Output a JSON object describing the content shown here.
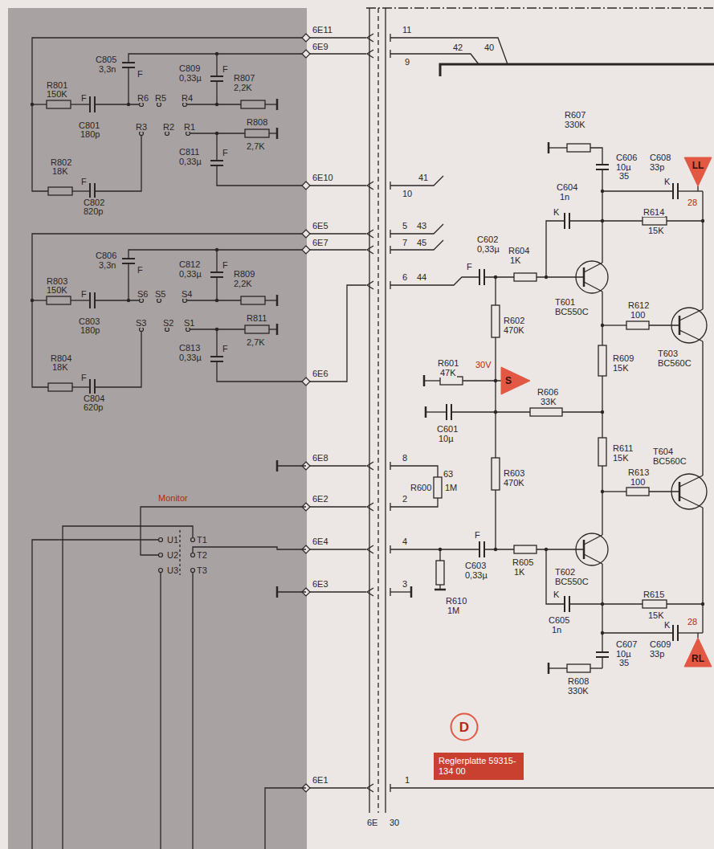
{
  "diagram": {
    "nodes": [
      {
        "text": [
          "LL"
        ]
      },
      {
        "text": [
          "S"
        ]
      },
      {
        "text": [
          "RL"
        ]
      },
      {
        "text": [
          "D"
        ]
      },
      {
        "text": [
          "Reglerplatte 59315-134 00"
        ]
      }
    ],
    "labels": [
      "6E11",
      "6E9",
      "C805",
      "3,3n",
      "F",
      "C809",
      "0,33µ",
      "F",
      "R807",
      "2,2K",
      "R801",
      "150K",
      "R6",
      "R5",
      "R4",
      "F",
      "C801",
      "180p",
      "R3",
      "R2",
      "R1",
      "R808",
      "2,7K",
      "C811",
      "0,33µ",
      "F",
      "R802",
      "18K",
      "F",
      "6E10",
      "C802",
      "820p",
      "6E5",
      "6E7",
      "C806",
      "3,3n",
      "F",
      "C812",
      "0,33µ",
      "F",
      "R809",
      "2,2K",
      "R803",
      "150K",
      "S6",
      "S5",
      "S4",
      "F",
      "C803",
      "180p",
      "S3",
      "S2",
      "S1",
      "R811",
      "2,7K",
      "C813",
      "0,33µ",
      "F",
      "R804",
      "18K",
      "F",
      "6E6",
      "C804",
      "620p",
      "6E8",
      "Monitor",
      "6E2",
      "U1",
      "T1",
      "U2",
      "T2",
      "U3",
      "T3",
      "6E4",
      "6E3",
      "6E1",
      "6E",
      "30",
      "11",
      "9",
      "42",
      "40",
      "41",
      "10",
      "5",
      "43",
      "7",
      "45",
      "6",
      "44",
      "8",
      "2",
      "4",
      "3",
      "1",
      "R607",
      "330K",
      "C606",
      "10µ",
      "35",
      "C608",
      "33p",
      "K",
      "C604",
      "1n",
      "K",
      "R614",
      "15K",
      "28",
      "C602",
      "0,33µ",
      "F",
      "R604",
      "1K",
      "T601",
      "BC550C",
      "R612",
      "100",
      "T603",
      "BC560C",
      "R602",
      "470K",
      "R609",
      "15K",
      "R601",
      "47K",
      "30V",
      "R606",
      "33K",
      "C601",
      "10µ",
      "R611",
      "15K",
      "T604",
      "BC560C",
      "63",
      "R600",
      "1M",
      "R603",
      "470K",
      "R613",
      "100",
      "F",
      "T602",
      "BC550C",
      "C603",
      "0,33µ",
      "R605",
      "1K",
      "K",
      "R615",
      "15K",
      "R610",
      "1M",
      "C605",
      "1n",
      "28",
      "K",
      "C607",
      "10µ",
      "35",
      "C609",
      "33p",
      "R608",
      "330K"
    ]
  }
}
